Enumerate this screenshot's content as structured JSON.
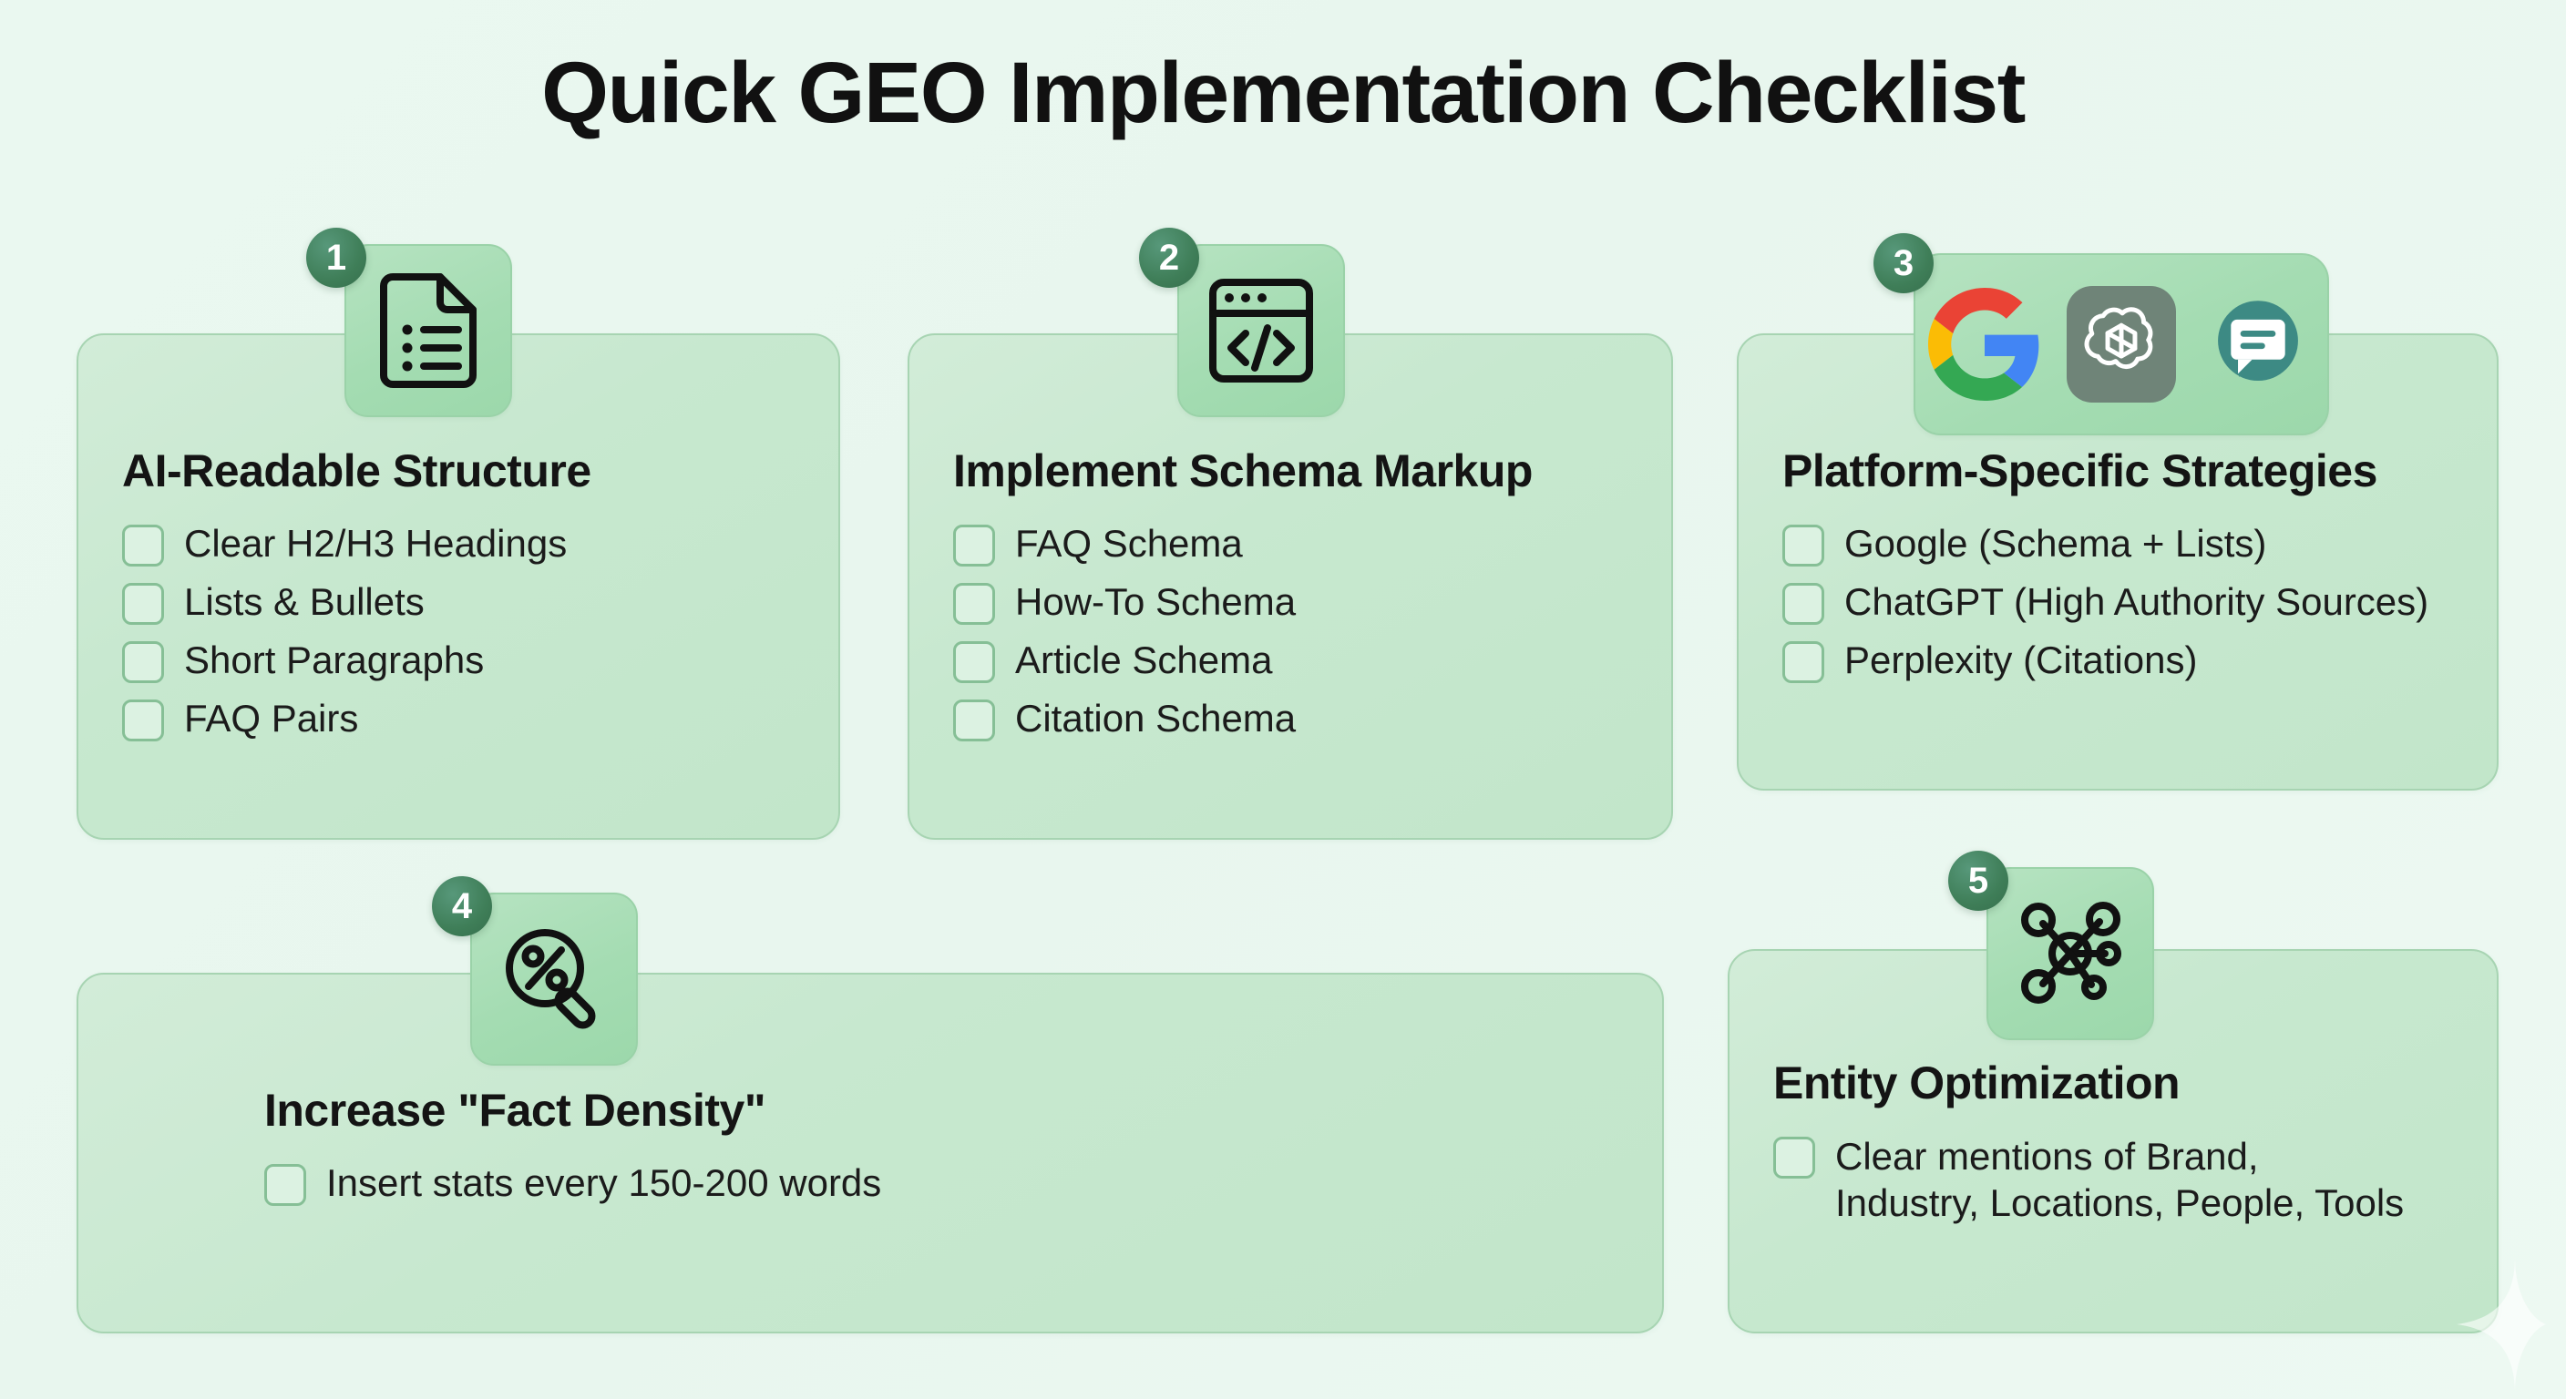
{
  "page": {
    "title": "Quick GEO Implementation Checklist",
    "background_color": "#e9f7ef",
    "card_color": "#c7e8cf",
    "card_border_color": "#a7d4b2",
    "icon_tile_color": "#a4dcb2",
    "badge_color": "#3f7e58",
    "checkbox_border_color": "#86bf96",
    "text_color": "#141414",
    "watermark": "sparkle-star"
  },
  "cards": [
    {
      "number": "1",
      "icon": "document-list-icon",
      "heading": "AI-Readable Structure",
      "items": [
        "Clear H2/H3 Headings",
        "Lists & Bullets",
        "Short Paragraphs",
        "FAQ Pairs"
      ]
    },
    {
      "number": "2",
      "icon": "browser-code-icon",
      "heading": "Implement Schema Markup",
      "items": [
        "FAQ Schema",
        "How-To Schema",
        "Article Schema",
        "Citation Schema"
      ]
    },
    {
      "number": "3",
      "icon": "platform-logos",
      "logos": [
        {
          "name": "google-logo",
          "colors": [
            "#ea4335",
            "#fbbc05",
            "#34a853",
            "#4285f4"
          ]
        },
        {
          "name": "openai-logo",
          "tile_color": "#6f8478",
          "mark_color": "#ffffff"
        },
        {
          "name": "perplexity-chat-logo",
          "circle_color": "#3d8a84",
          "bubble_color": "#ffffff"
        }
      ],
      "heading": "Platform-Specific Strategies",
      "items": [
        "Google (Schema + Lists)",
        "ChatGPT (High Authority Sources)",
        "Perplexity (Citations)"
      ]
    },
    {
      "number": "4",
      "icon": "magnifier-percent-icon",
      "heading": "Increase \"Fact Density\"",
      "items": [
        "Insert stats every 150-200 words"
      ]
    },
    {
      "number": "5",
      "icon": "network-nodes-icon",
      "heading": "Entity Optimization",
      "items": [
        "Clear mentions of Brand, Industry, Locations, People, Tools"
      ],
      "items_lines": [
        "Clear mentions of Brand,",
        "Industry, Locations, People, Tools"
      ]
    }
  ]
}
